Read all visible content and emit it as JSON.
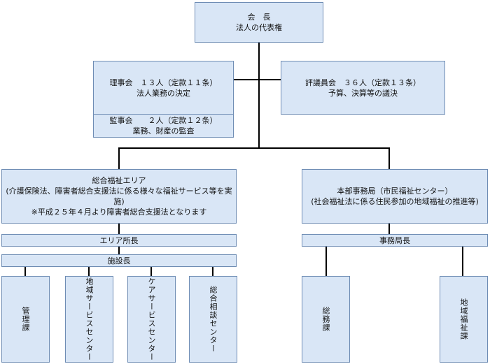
{
  "chairman": {
    "title": "会　長",
    "subtitle": "法人の代表権"
  },
  "board": {
    "title": "理事会　１３人（定款１１条）",
    "subtitle": "法人業務の決定"
  },
  "auditors": {
    "title": "監事会　　２人（定款１２条）",
    "subtitle": "業務、財産の監査"
  },
  "councilors": {
    "title": "評議員会　３６人（定款１３条）",
    "subtitle": "予算、決算等の議決"
  },
  "area": {
    "title": "総合福祉エリア",
    "line2": "(介護保険法、障害者総合支援法に係る様々な福祉サービス等を実施)",
    "line3": "※平成２５年４月より障害者総合支援法となります"
  },
  "secretariat": {
    "title": "本部事務局（市民福祉センター）",
    "line2": "(社会福祉法に係る住民参加の地域福祉の推進等)"
  },
  "area_manager": "エリア所長",
  "facility_manager": "施設長",
  "secretariat_manager": "事務局長",
  "area_units": [
    "管理課",
    "地域サービスセンター",
    "ケアサービスセンター",
    "総合相談センター"
  ],
  "secretariat_units": [
    "総務課",
    "地域福祉課"
  ]
}
